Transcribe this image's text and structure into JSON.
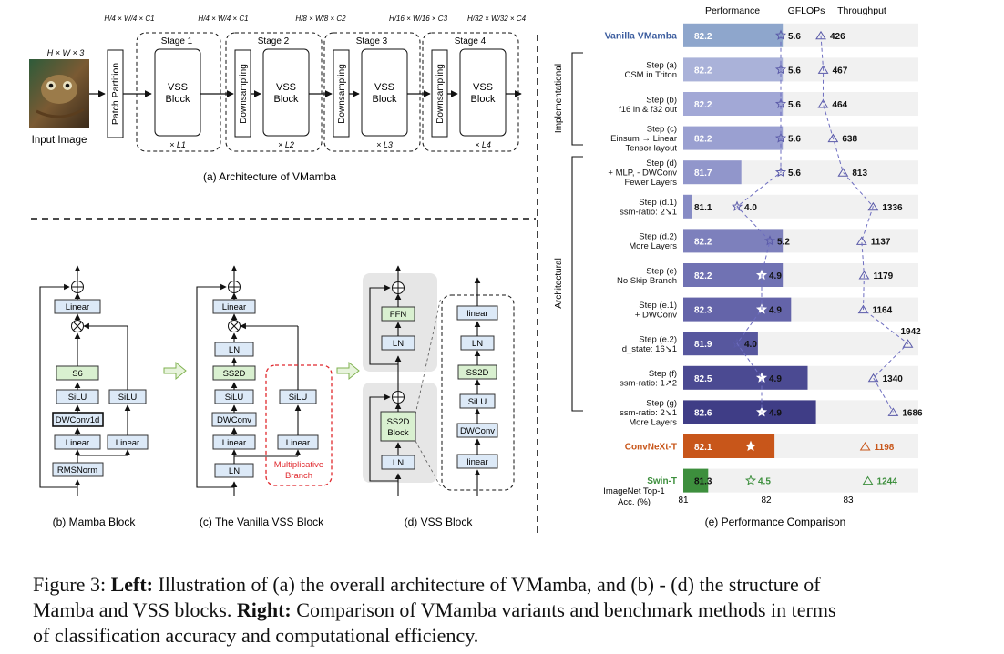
{
  "arch": {
    "input_dims": "H × W × 3",
    "input_label": "Input Image",
    "patch_partition": "Patch Partition",
    "downsampling": "Downsampling",
    "vss_block": [
      "VSS",
      "Block"
    ],
    "stages": [
      "Stage 1",
      "Stage 2",
      "Stage 3",
      "Stage 4"
    ],
    "stage_dims": [
      "H/4 × W/4 × C1",
      "H/4 × W/4 × C1",
      "H/8 × W/8 × C2",
      "H/16 × W/16 × C3",
      "H/32 × W/32 × C4"
    ],
    "repeats": [
      "× L1",
      "× L2",
      "× L3",
      "× L4"
    ],
    "caption": "(a) Architecture of VMamba"
  },
  "blocks": {
    "mamba": {
      "caption": "(b) Mamba Block",
      "linear": "Linear",
      "s6": "S6",
      "silu": "SiLU",
      "dwconv1d": "DWConv1d",
      "rmsnorm": "RMSNorm"
    },
    "vanilla": {
      "caption": "(c) The Vanilla VSS Block",
      "linear": "Linear",
      "ln": "LN",
      "ss2d": "SS2D",
      "silu": "SiLU",
      "dwconv": "DWConv",
      "mult_branch": [
        "Multiplicative",
        "Branch"
      ]
    },
    "vss": {
      "caption": "(d) VSS Block",
      "ffn": "FFN",
      "ln": "LN",
      "ss2d_block": [
        "SS2D",
        "Block"
      ],
      "inner_linear": "linear",
      "inner_ln": "LN",
      "inner_ss2d": "SS2D",
      "inner_silu": "SiLU",
      "inner_dwconv": "DWConv"
    }
  },
  "perf": {
    "caption": "(e) Performance Comparison",
    "headers": [
      "Performance",
      "GFLOPs",
      "Throughput"
    ],
    "group_labels": [
      "Implementational",
      "Architectural"
    ],
    "axis_title": [
      "ImageNet Top-1",
      "Acc. (%)"
    ],
    "axis_ticks": [
      "81",
      "82",
      "83"
    ]
  },
  "chart_data": {
    "type": "bar",
    "title": "",
    "xlabel": "ImageNet Top-1 Acc. (%)",
    "xlim": [
      81,
      83.6
    ],
    "rows": [
      {
        "label": [
          "Vanilla VMamba"
        ],
        "acc": 82.2,
        "gflops": 5.6,
        "throughput": 426,
        "color": "#8ea6cc",
        "style": "vanilla"
      },
      {
        "label": [
          "Step (a)",
          "CSM in Triton"
        ],
        "acc": 82.2,
        "gflops": 5.6,
        "throughput": 467,
        "color": "#aab2d9",
        "style": "step"
      },
      {
        "label": [
          "Step (b)",
          "f16 in & f32 out"
        ],
        "acc": 82.2,
        "gflops": 5.6,
        "throughput": 464,
        "color": "#a2a8d6",
        "style": "step"
      },
      {
        "label": [
          "Step (c)",
          "Einsum → Linear",
          "Tensor layout"
        ],
        "acc": 82.2,
        "gflops": 5.6,
        "throughput": 638,
        "color": "#9aa0d1",
        "style": "step"
      },
      {
        "label": [
          "Step (d)",
          "+ MLP, - DWConv",
          "Fewer Layers"
        ],
        "acc": 81.7,
        "gflops": 5.6,
        "throughput": 813,
        "color": "#9196cb",
        "style": "step"
      },
      {
        "label": [
          "Step (d.1)",
          "ssm-ratio: 2↘1"
        ],
        "acc": 81.1,
        "gflops": 4.0,
        "throughput": 1336,
        "color": "#878cc5",
        "style": "step"
      },
      {
        "label": [
          "Step (d.2)",
          "More Layers"
        ],
        "acc": 82.2,
        "gflops": 5.2,
        "throughput": 1137,
        "color": "#7d80bc",
        "style": "step"
      },
      {
        "label": [
          "Step (e)",
          "No Skip Branch"
        ],
        "acc": 82.2,
        "gflops": 4.9,
        "throughput": 1179,
        "color": "#7072b3",
        "style": "step"
      },
      {
        "label": [
          "Step (e.1)",
          "+ DWConv"
        ],
        "acc": 82.3,
        "gflops": 4.9,
        "throughput": 1164,
        "color": "#6464a9",
        "style": "step"
      },
      {
        "label": [
          "Step (e.2)",
          "d_state: 16↘1"
        ],
        "acc": 81.9,
        "gflops": 4.0,
        "throughput": 1942,
        "color": "#57579e",
        "style": "step"
      },
      {
        "label": [
          "Step (f)",
          "ssm-ratio: 1↗2"
        ],
        "acc": 82.5,
        "gflops": 4.9,
        "throughput": 1340,
        "color": "#4b4a92",
        "style": "step"
      },
      {
        "label": [
          "Step (g)",
          "ssm-ratio: 2↘1",
          "More Layers"
        ],
        "acc": 82.6,
        "gflops": 4.9,
        "throughput": 1686,
        "color": "#3f3d86",
        "style": "step"
      },
      {
        "label": [
          "ConvNeXt-T"
        ],
        "acc": 82.1,
        "gflops": 4.5,
        "throughput": 1198,
        "color": "#c8561a",
        "style": "convnext"
      },
      {
        "label": [
          "Swin-T"
        ],
        "acc": 81.3,
        "gflops": 4.5,
        "throughput": 1244,
        "color": "#3d8f3d",
        "style": "swin"
      }
    ]
  },
  "caption": {
    "prefix": "Figure 3: ",
    "left_bold": "Left:",
    "left_text": " Illustration of (a) the overall architecture of VMamba, and (b) - (d) the structure of",
    "line2_a": "Mamba and VSS blocks. ",
    "right_bold": "Right:",
    "line2_b": " Comparison of VMamba variants and benchmark methods in terms",
    "line3": "of classification accuracy and computational efficiency."
  }
}
